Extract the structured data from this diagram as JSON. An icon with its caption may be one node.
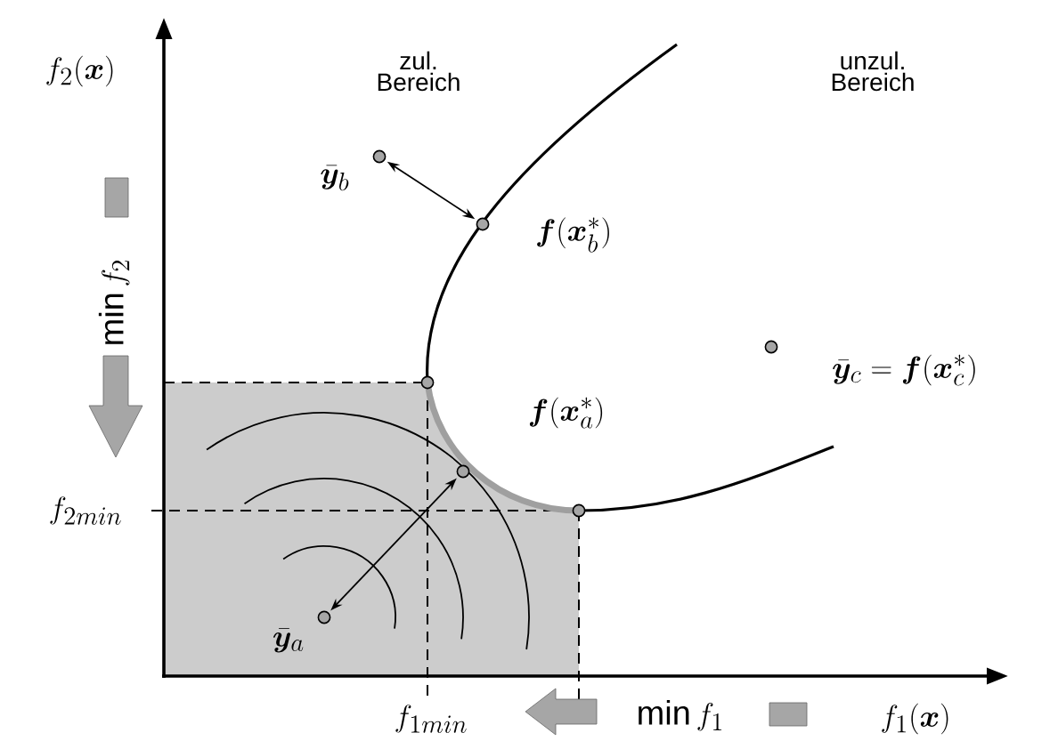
{
  "diagram": {
    "nodes": [
      {
        "text": [],
        "shape": "circle",
        "beside": [
          "\\bar{\\bm{y}}_b"
        ]
      },
      {
        "text": [],
        "shape": "circle",
        "beside": [
          "\\bm{f}(\\bm{x}_b^*)"
        ]
      },
      {
        "text": [],
        "shape": "circle",
        "beside": [
          "\\bm{f}(\\bm{x}_a^*)"
        ]
      },
      {
        "text": [],
        "shape": "circle",
        "beside": [
          "\\bar{\\bm{y}}_a"
        ]
      }
    ],
    "edges": [
      {
        "from": 0,
        "to": 1,
        "arrow": "both"
      },
      {
        "from": 3,
        "to": 2,
        "arrow": "both"
      }
    ],
    "labels": [
      "f_2(\\bm{x})",
      "zul. Bereich",
      "unzul. Bereich",
      "\\min f_2",
      "\\bar{\\bm{y}}_c = \\bm{f}(\\bm{x}_c^*)",
      "f_{2min}",
      "f_{1min}",
      "\\min f_1",
      "f_1(\\bm{x})"
    ]
  }
}
